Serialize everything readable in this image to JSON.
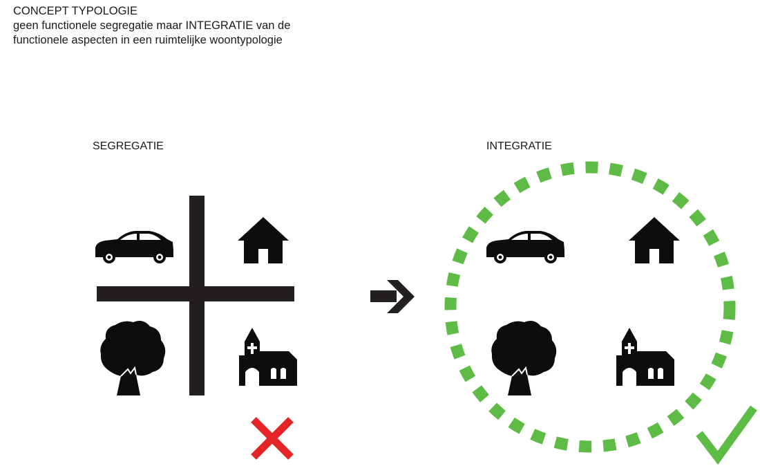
{
  "header": {
    "title": "CONCEPT TYPOLOGIE",
    "line1": "geen functionele segregatie maar INTEGRATIE van de",
    "line2": "functionele aspecten in een ruimtelijke woontypologie"
  },
  "segregation": {
    "label": "SEGREGATIE",
    "icons": [
      "car-icon",
      "house-icon",
      "tree-icon",
      "church-icon"
    ],
    "verdict_icon": "cross-icon"
  },
  "integration": {
    "label": "INTEGRATIE",
    "icons": [
      "car-icon",
      "house-icon",
      "tree-icon",
      "church-icon"
    ],
    "verdict_icon": "check-icon"
  },
  "colors": {
    "icon": "#0d0d0d",
    "divider": "#231f20",
    "circle": "#5dbb46",
    "check": "#5dbb46",
    "cross": "#e42527"
  }
}
